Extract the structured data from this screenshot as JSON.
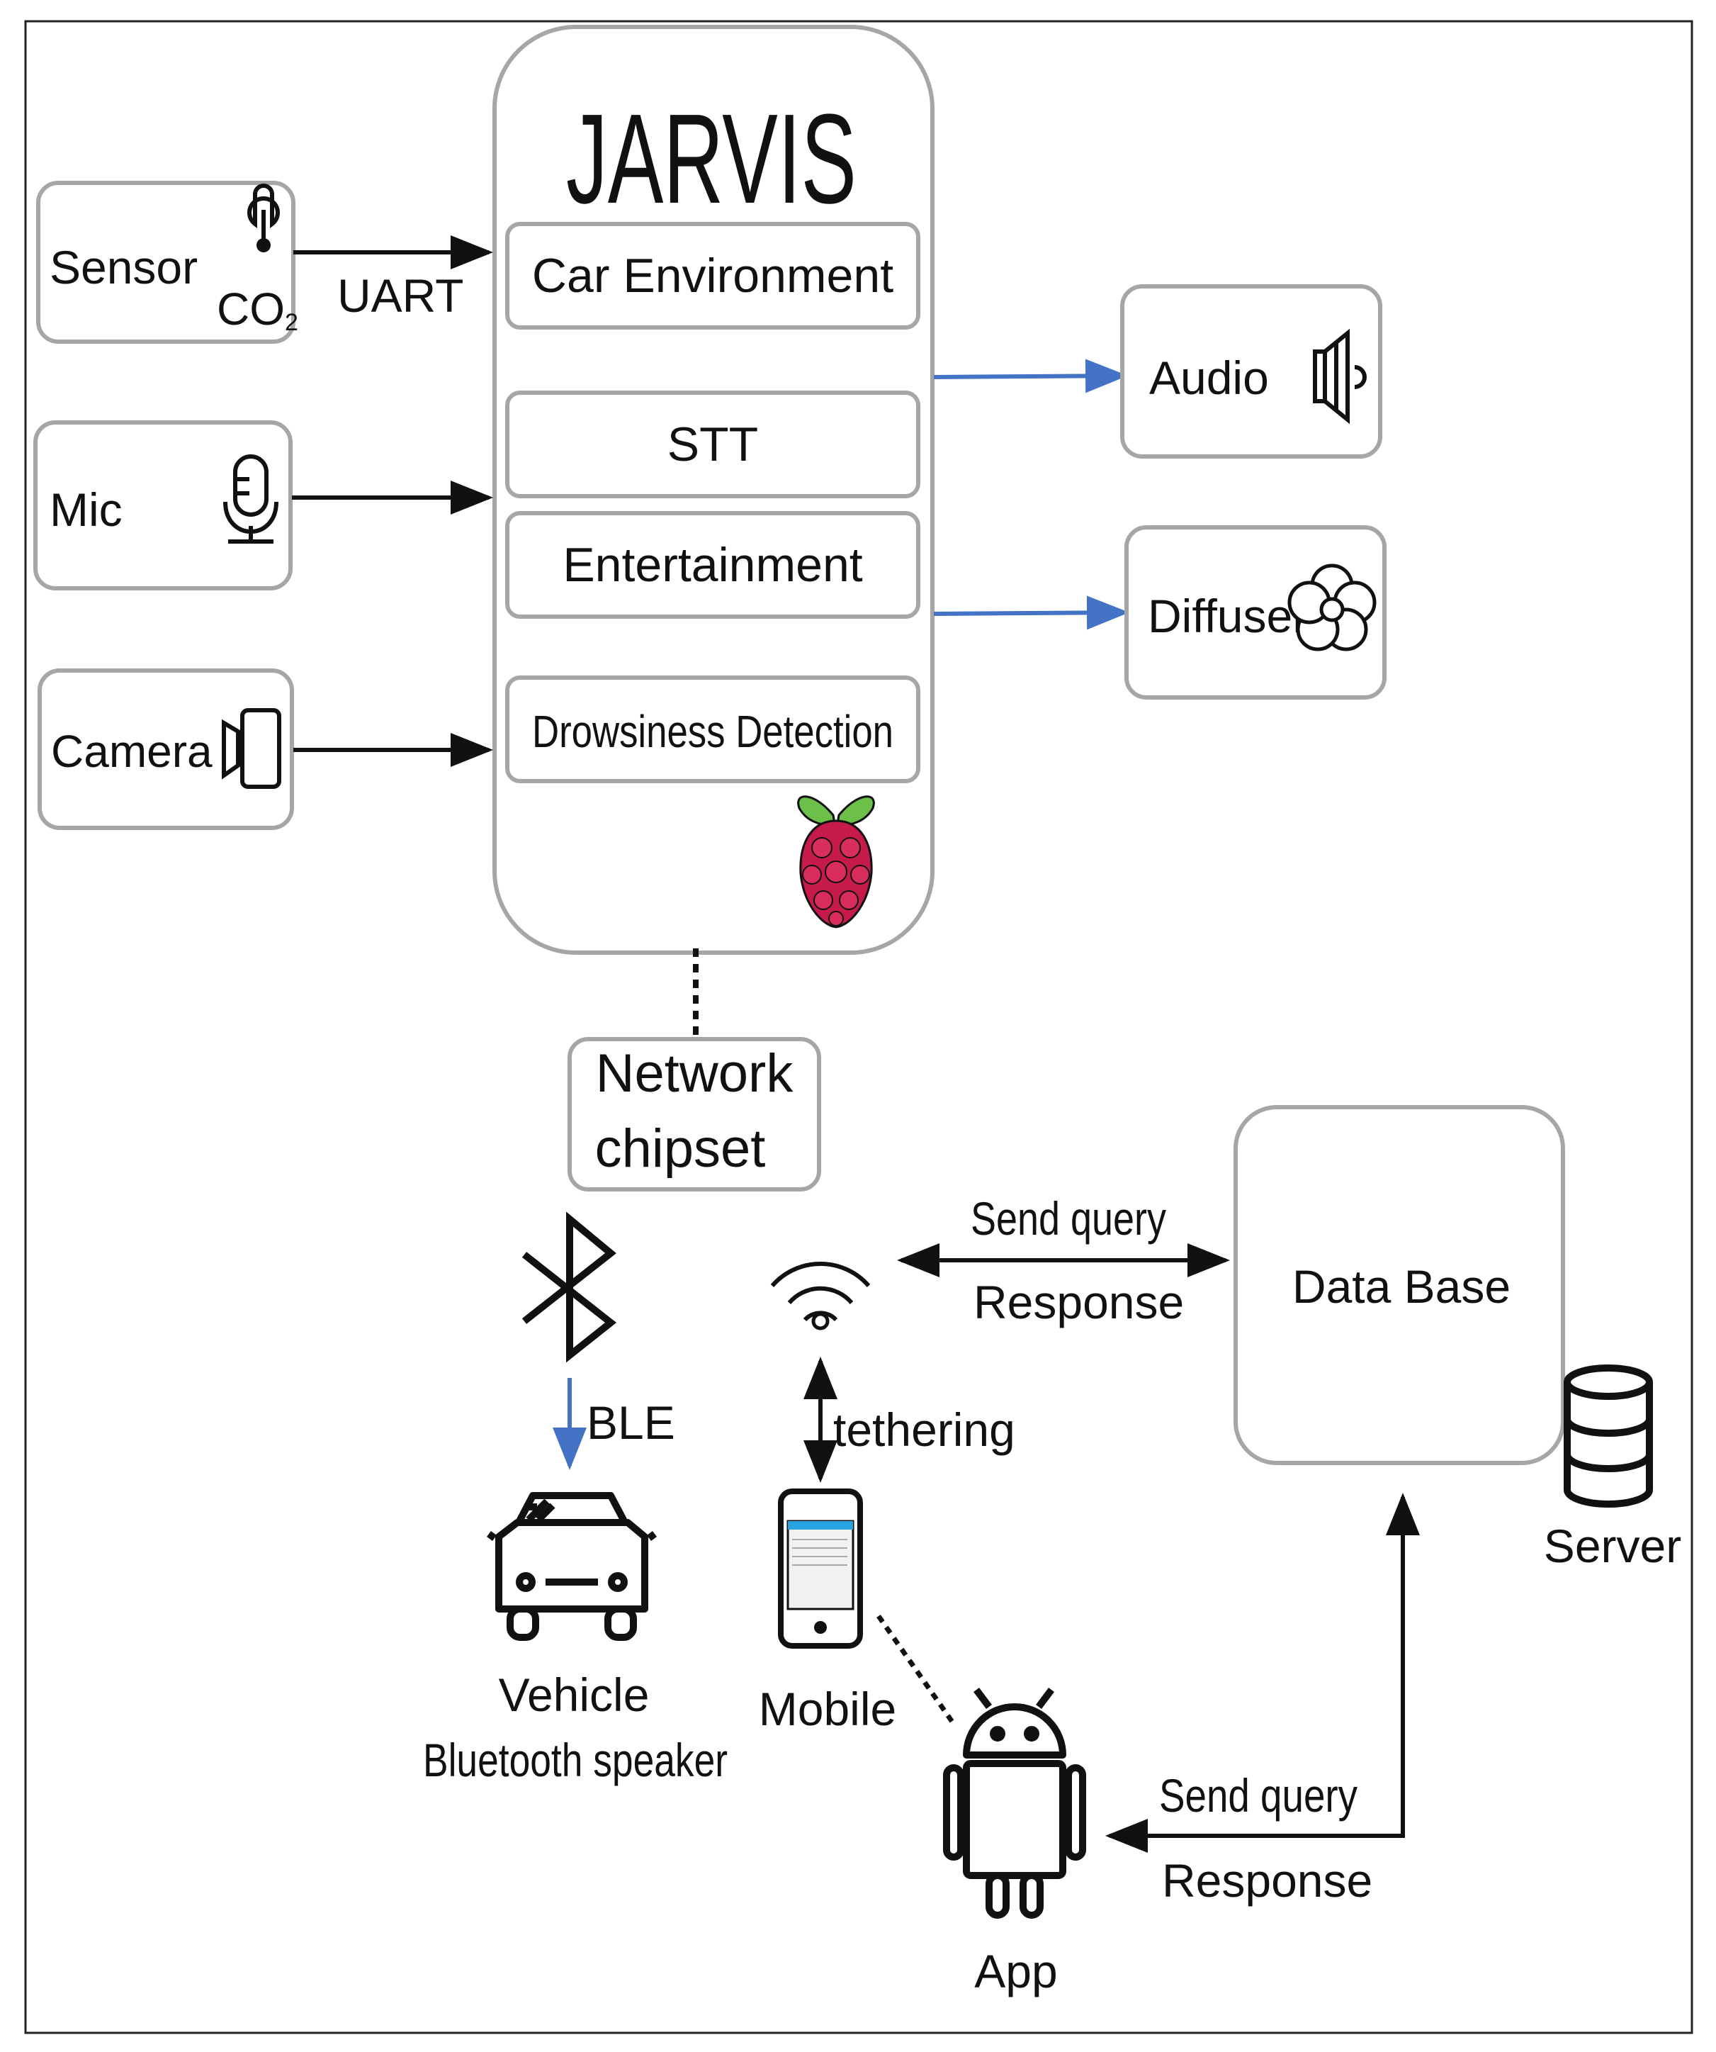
{
  "jarvis": {
    "title": "JARVIS",
    "modules": [
      "Car Environment",
      "STT",
      "Entertainment",
      "Drowsiness Detection"
    ]
  },
  "inputs": {
    "sensor": "Sensor",
    "co2_base": "CO",
    "co2_sub": "2",
    "mic": "Mic",
    "camera": "Camera",
    "uart": "UART"
  },
  "outputs": {
    "audio": "Audio",
    "diffuser": "Diffuser"
  },
  "network": {
    "line1": "Network",
    "line2": "chipset"
  },
  "links": {
    "send_query_top": "Send query",
    "response_top": "Response",
    "ble": "BLE",
    "tethering": "tethering",
    "send_query_bottom": "Send query",
    "response_bottom": "Response"
  },
  "nodes": {
    "database": "Data Base",
    "server": "Server",
    "vehicle": "Vehicle",
    "bt_speaker": "Bluetooth speaker",
    "mobile": "Mobile",
    "app": "App"
  },
  "colors": {
    "box_border": "#a6a6a6",
    "arrow_black": "#111111",
    "arrow_blue": "#4472c4",
    "raspberry": "#c51a4a",
    "leaf": "#6cc04a"
  }
}
